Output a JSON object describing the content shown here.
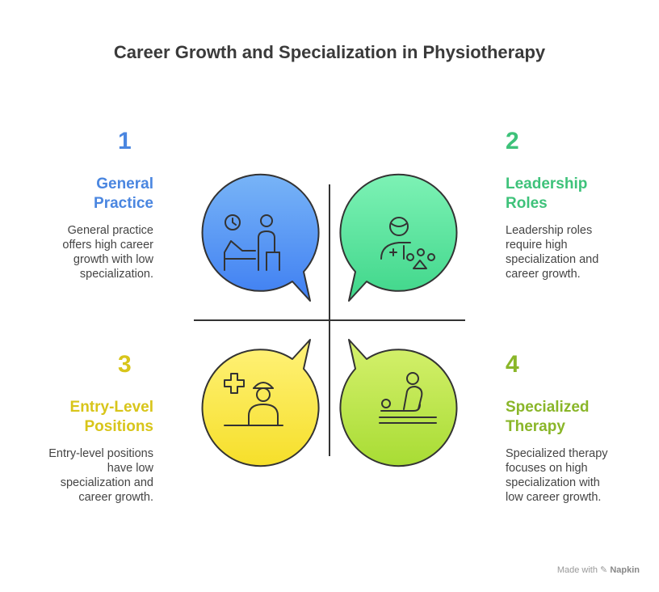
{
  "title": "Career Growth and Specialization in Physiotherapy",
  "quadrants": [
    {
      "number": "1",
      "heading": [
        "General",
        "Practice"
      ],
      "description": [
        "General practice",
        "offers high career",
        "growth with low",
        "specialization."
      ],
      "color": "#4a86e0",
      "icon": "doctor-patient-icon"
    },
    {
      "number": "2",
      "heading": [
        "Leadership",
        "Roles"
      ],
      "description": [
        "Leadership roles",
        "require high",
        "specialization and",
        "career growth."
      ],
      "color": "#3ec27a",
      "icon": "leader-icon"
    },
    {
      "number": "3",
      "heading": [
        "Entry-Level",
        "Positions"
      ],
      "description": [
        "Entry-level positions",
        "have low",
        "specialization and",
        "career growth."
      ],
      "color": "#d8c51a",
      "icon": "nurse-icon"
    },
    {
      "number": "4",
      "heading": [
        "Specialized",
        "Therapy"
      ],
      "description": [
        "Specialized therapy",
        "focuses on high",
        "specialization with",
        "low career growth."
      ],
      "color": "#8ab629",
      "icon": "massage-therapy-icon"
    }
  ],
  "footer": {
    "prefix": "Made with",
    "brand": "Napkin"
  }
}
